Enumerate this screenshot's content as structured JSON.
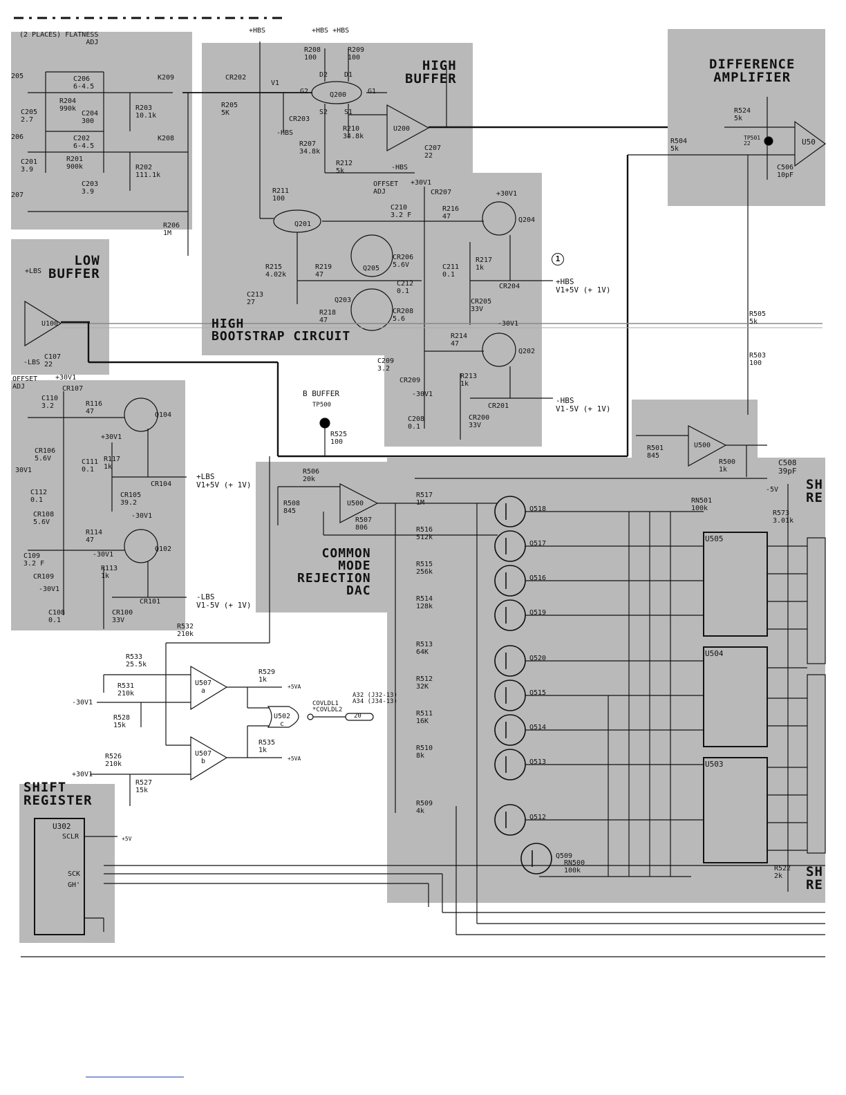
{
  "titles": {
    "high_buffer": "HIGH\nBUFFER",
    "difference_amplifier": "DIFFERENCE\nAMPLIFIER",
    "low_buffer": "LOW\nBUFFER",
    "high_bootstrap": "HIGH\nBOOTSTRAP CIRCUIT",
    "cmr_dac": "COMMON\nMODE\nREJECTION\nDAC",
    "shift_register": "SHIFT\nREGISTER",
    "b_buffer": "B BUFFER",
    "shift_right_top": "SH\nRE",
    "shift_right_bottom": "SH\nRE"
  },
  "labels": {
    "flatness": "(2 PLACES) FLATNESS\nADJ",
    "offset_adj_high": "OFFSET\nADJ",
    "offset_adj_low": "OFFSET\nADJ",
    "tp500": "TP500",
    "r525": "R525\n100",
    "r532": "R532\n210k",
    "r533": "R533\n25.5k",
    "r531": "R531\n210k",
    "r528": "R528\n15k",
    "r526": "R526\n210k",
    "r527": "R527\n15k",
    "r529": "R529\n1k",
    "r535": "R535\n1k",
    "plus5va_1": "+5VA",
    "plus5va_2": "+5VA",
    "minus30v1": "-30V1",
    "plus30v1": "+30V1",
    "u507a": "U507\na",
    "u507b": "U507\nb",
    "u502c": "U502\nc",
    "covldl": "COVLDL1\n*COVLDL2",
    "connector": "A32 (J32-13)\nA34 (J34-13)",
    "conn_pin": "20",
    "hbs_rail_top": "+HBS\nV1+5V (+ 1V)",
    "hbs_rail_bot": "-HBS\nV1-5V (+ 1V)",
    "lbs_rail_top": "+LBS\nV1+5V (+ 1V)",
    "lbs_rail_bot": "-LBS\nV1-5V (+ 1V)",
    "note_marker": "1",
    "u302": "U302",
    "sclr": "SCLR",
    "sck": "SCK",
    "gh": "GH'",
    "plus5v": "+5V",
    "u505": "U505",
    "u504": "U504",
    "u503": "U503",
    "rn501": "RN501\n100k",
    "rn500": "RN500\n100k",
    "r573": "R573\n3.01k",
    "r522": "R522\n2k",
    "r505": "R505\n5k",
    "r503": "R503\n100",
    "r504": "R504\n5k",
    "r524": "R524\n5k",
    "r501": "R501\n845",
    "r500": "R500\n1k",
    "c508": "C508\n39pF",
    "c506": "C506\n10pF",
    "u500a": "U500",
    "u500b": "U500",
    "r506": "R506\n20k",
    "r508": "R508\n845",
    "r507": "R507\n806",
    "tp501": "TP501\n22",
    "u501": "U50",
    "minus5v": "-5V"
  },
  "dac_transistors": [
    "Q518",
    "Q517",
    "Q516",
    "Q519",
    "Q520",
    "Q515",
    "Q514",
    "Q513",
    "Q512",
    "Q509"
  ],
  "dac_resistors": [
    "R517\n1M",
    "R516\n512k",
    "R515\n256k",
    "R514\n128k",
    "R513\n64K",
    "R512\n32K",
    "R511\n16K",
    "R510\n8k",
    "R509\n4k"
  ],
  "high_components": [
    [
      "R208\n100",
      440,
      68
    ],
    [
      "R209\n100",
      503,
      68
    ],
    [
      "CR202",
      326,
      108
    ],
    [
      "Q200",
      477,
      133
    ],
    [
      "R205\n5K",
      320,
      148
    ],
    [
      "CR203",
      418,
      168
    ],
    [
      "R207\n34.8k",
      433,
      204
    ],
    [
      "R210\n34.8k",
      496,
      182
    ],
    [
      "R212\n5k",
      486,
      232
    ],
    [
      "U200",
      569,
      182
    ],
    [
      "C207\n22",
      614,
      210
    ],
    [
      "R211\n100",
      394,
      272
    ],
    [
      "Q201",
      426,
      320
    ],
    [
      "CR207",
      623,
      274
    ],
    [
      "C210\n3.2 F",
      565,
      296
    ],
    [
      "R216\n47",
      640,
      298
    ],
    [
      "Q204",
      750,
      314
    ],
    [
      "Q205",
      525,
      384
    ],
    [
      "CR206\n5.6V",
      568,
      368
    ],
    [
      "R217\n1k",
      688,
      372
    ],
    [
      "C211\n0.1",
      640,
      382
    ],
    [
      "R215\n4.02k",
      384,
      382
    ],
    [
      "R219\n47",
      456,
      382
    ],
    [
      "C212\n0.1",
      574,
      406
    ],
    [
      "CR204",
      722,
      410
    ],
    [
      "C213\n27",
      357,
      422
    ],
    [
      "Q203",
      484,
      430
    ],
    [
      "R218\n47",
      462,
      448
    ],
    [
      "CR205\n33V",
      681,
      432
    ],
    [
      "CR208\n5.6",
      568,
      446
    ],
    [
      "R214\n47",
      652,
      482
    ],
    [
      "Q202",
      750,
      504
    ],
    [
      "C209\n3.2",
      546,
      518
    ],
    [
      "CR209",
      578,
      546
    ],
    [
      "R213\n1k",
      666,
      540
    ],
    [
      "CR201",
      706,
      583
    ],
    [
      "C208\n0.1",
      590,
      602
    ],
    [
      "CR200\n33V",
      678,
      600
    ],
    [
      "+HBS",
      360,
      40
    ],
    [
      "+HBS +HBS",
      451,
      40
    ],
    [
      "+30V1",
      594,
      260
    ],
    [
      "-30V1",
      596,
      566
    ],
    [
      "+30V1",
      718,
      276
    ],
    [
      "-30V1",
      720,
      464
    ],
    [
      "-HBS",
      566,
      238
    ],
    [
      "G2",
      434,
      128
    ],
    [
      "D2",
      462,
      104
    ],
    [
      "D1",
      498,
      104
    ],
    [
      "G1",
      532,
      128
    ],
    [
      "S2",
      462,
      158
    ],
    [
      "S1",
      498,
      158
    ],
    [
      "V1",
      392,
      116
    ],
    [
      "-HBS",
      400,
      188
    ]
  ],
  "left_components": [
    [
      "R204\n990k",
      86,
      142
    ],
    [
      "C206\n6-4.5",
      106,
      110
    ],
    [
      "C205\n2.7",
      30,
      158
    ],
    [
      "C204\n300",
      118,
      160
    ],
    [
      "K209",
      228,
      108
    ],
    [
      "R203\n10.1k",
      196,
      152
    ],
    [
      "C202\n6-4.5",
      106,
      196
    ],
    [
      "C201\n3.9",
      30,
      230
    ],
    [
      "R201\n900k",
      96,
      226
    ],
    [
      "C203\n3.9",
      118,
      262
    ],
    [
      "K208",
      228,
      196
    ],
    [
      "R202\n111.1k",
      196,
      238
    ],
    [
      "R206\n1M",
      236,
      322
    ],
    [
      "205",
      16,
      106
    ],
    [
      "206",
      16,
      194
    ],
    [
      "207",
      16,
      278
    ],
    [
      "U100",
      60,
      464
    ],
    [
      "C107\n22",
      64,
      512
    ],
    [
      "+LBS",
      36,
      388
    ],
    [
      "-LBS",
      34,
      520
    ],
    [
      "C110\n3.2",
      60,
      572
    ],
    [
      "CR107",
      90,
      558
    ],
    [
      "R116\n47",
      124,
      580
    ],
    [
      "Q104",
      224,
      596
    ],
    [
      "CR106\n5.6V",
      50,
      648
    ],
    [
      "C111\n0.1",
      118,
      664
    ],
    [
      "R117\n1k",
      150,
      660
    ],
    [
      "+30V1",
      146,
      628
    ],
    [
      "CR104",
      218,
      696
    ],
    [
      "C112\n0.1",
      44,
      708
    ],
    [
      "CR105\n39.2",
      174,
      712
    ],
    [
      "CR108\n5.6V",
      48,
      740
    ],
    [
      "R114\n47",
      124,
      766
    ],
    [
      "Q102",
      224,
      790
    ],
    [
      "C109\n3.2 F",
      34,
      800
    ],
    [
      "CR109",
      48,
      830
    ],
    [
      "R113\n1k",
      146,
      818
    ],
    [
      "+30V1",
      80,
      542
    ],
    [
      "-30V1",
      190,
      742
    ],
    [
      "-30V1",
      134,
      798
    ],
    [
      "-30V1",
      56,
      848
    ],
    [
      "CR101",
      202,
      866
    ],
    [
      "C108\n0.1",
      70,
      882
    ],
    [
      "CR100\n33V",
      162,
      882
    ],
    [
      "30V1",
      22,
      676
    ]
  ]
}
